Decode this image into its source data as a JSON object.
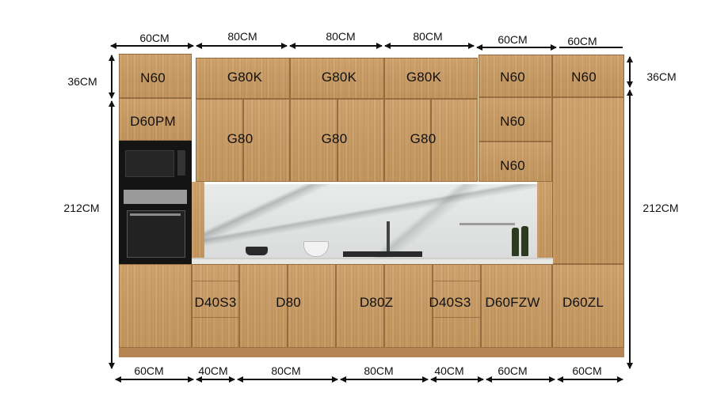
{
  "upper_row": {
    "tall_left_top": "N60",
    "tall_left_mid": "D60PM",
    "wall_top": [
      "G80K",
      "G80K",
      "G80K"
    ],
    "wall_main": [
      "G80",
      "G80",
      "G80"
    ],
    "right_top_a": "N60",
    "right_top_b": "N60",
    "right_mid_1": "N60",
    "right_mid_2": "N60"
  },
  "base_row": [
    "D40S3",
    "D80",
    "D80Z",
    "D40S3",
    "D60FZW",
    "D60ZL"
  ],
  "dimensions": {
    "top_widths": [
      "60CM",
      "80CM",
      "80CM",
      "80CM",
      "60CM",
      "60CM"
    ],
    "bottom_widths": [
      "60CM",
      "40CM",
      "80CM",
      "80CM",
      "40CM",
      "60CM",
      "60CM"
    ],
    "left_top_height": "36CM",
    "left_total_height": "212CM",
    "right_top_height": "36CM",
    "right_total_height": "212CM"
  },
  "colors": {
    "wood": "#c69a64",
    "arrow": "#111111",
    "appliance": "#141414",
    "countertop": "#e8e8e4"
  }
}
